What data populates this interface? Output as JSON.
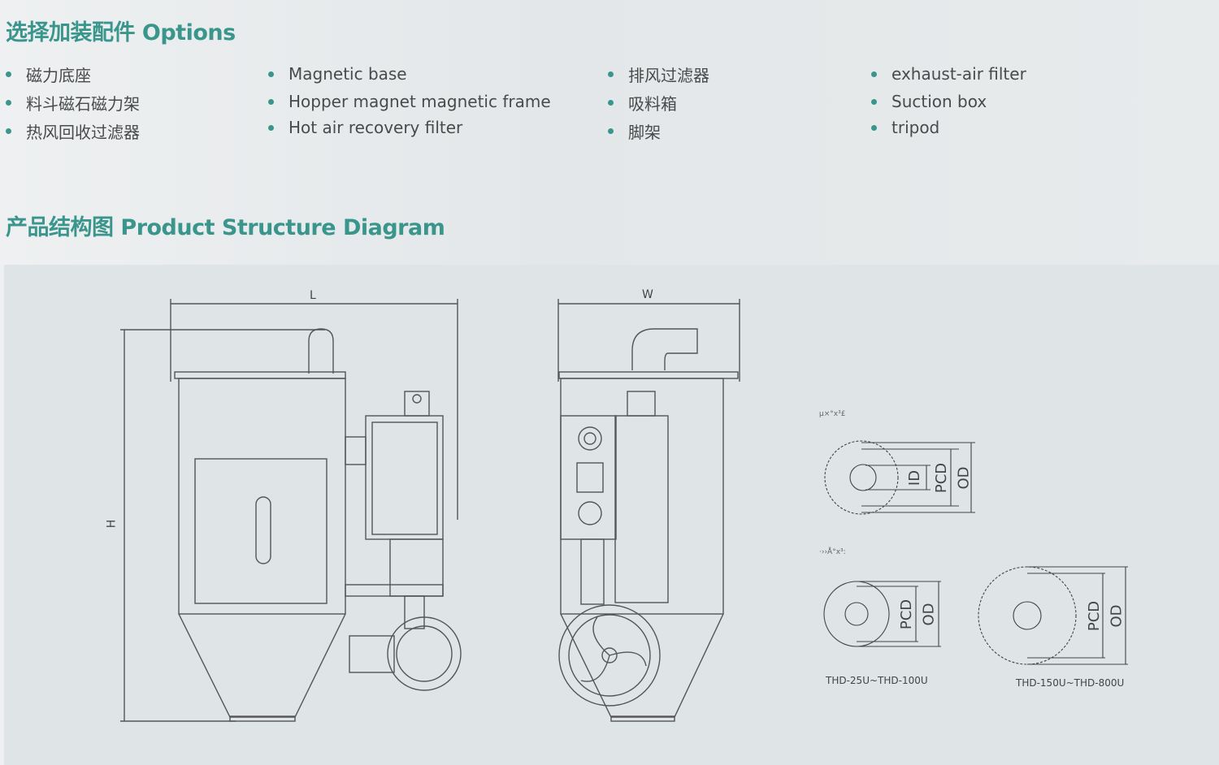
{
  "options": {
    "title": "选择加装配件 Options",
    "columns": [
      [
        "磁力底座",
        "料斗磁石磁力架",
        "热风回收过滤器"
      ],
      [
        "Magnetic base",
        "Hopper magnet magnetic frame",
        "Hot air recovery filter"
      ],
      [
        "排风过滤器",
        "吸料箱",
        "脚架"
      ],
      [
        "exhaust-air filter",
        "Suction box",
        "tripod"
      ]
    ]
  },
  "structure": {
    "title": "产品结构图 Product Structure Diagram",
    "dim_L": "L",
    "dim_W": "W",
    "dim_H": "H",
    "flange_top_label": "µ×°x³£",
    "flange_bottom_label": "·››Å°x³:",
    "ID": "ID",
    "PCD": "PCD",
    "OD": "OD",
    "model_small": "THD-25U~THD-100U",
    "model_large": "THD-150U~THD-800U"
  },
  "colors": {
    "accent": "#3a968c"
  }
}
